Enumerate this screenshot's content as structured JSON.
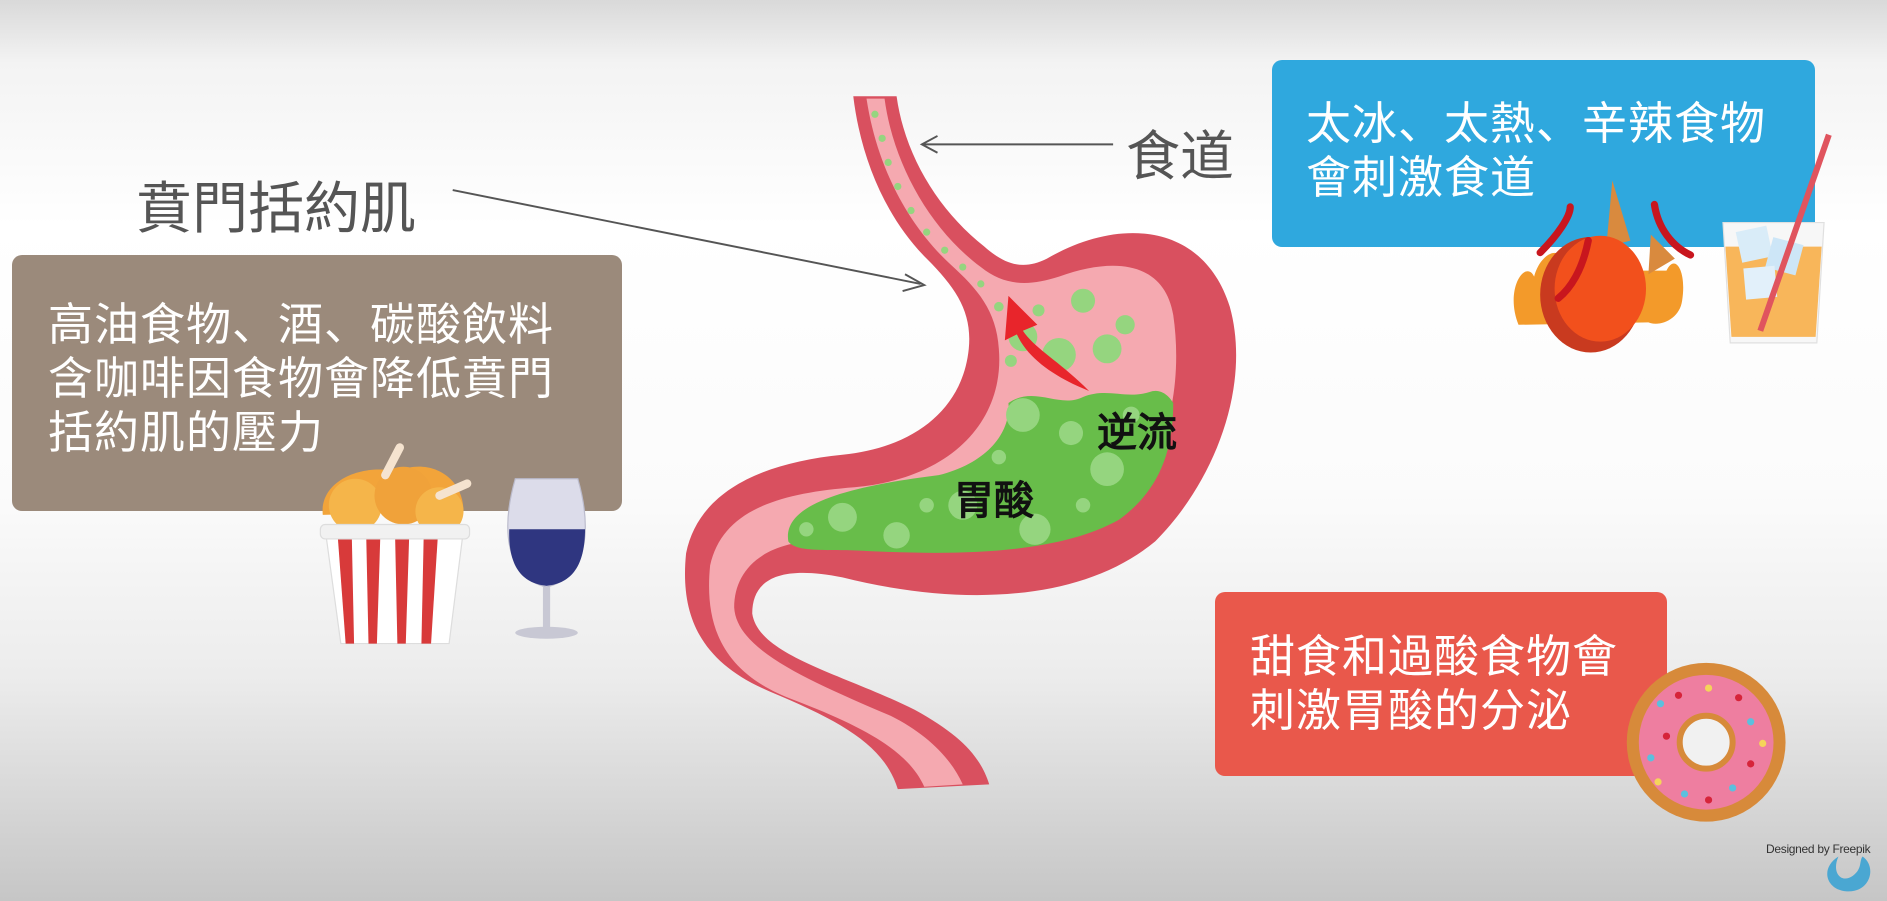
{
  "labels": {
    "sphincter_title": "賁門括約肌",
    "esophagus": "食道",
    "reflux": "逆流",
    "stomach_acid": "胃酸"
  },
  "boxes": {
    "fatty_foods": {
      "lines": [
        "高油食物、酒、碳酸飲料",
        "含咖啡因食物會降低賁門",
        "括約肌的壓力"
      ],
      "color": "#9b8a7b"
    },
    "temperature_spicy": {
      "lines": [
        "太冰、太熱、辛辣食物",
        "會刺激食道"
      ],
      "color": "#2fa8de"
    },
    "sweet_acidic": {
      "lines": [
        "甜食和過酸食物會",
        "刺激胃酸的分泌"
      ],
      "color": "#e9584b"
    }
  },
  "credit": "Designed by Freepik",
  "colors": {
    "stomach_wall": "#d9505f",
    "stomach_lining": "#f5a9b0",
    "acid": "#68bd4a",
    "arrow": "#e8252b"
  }
}
